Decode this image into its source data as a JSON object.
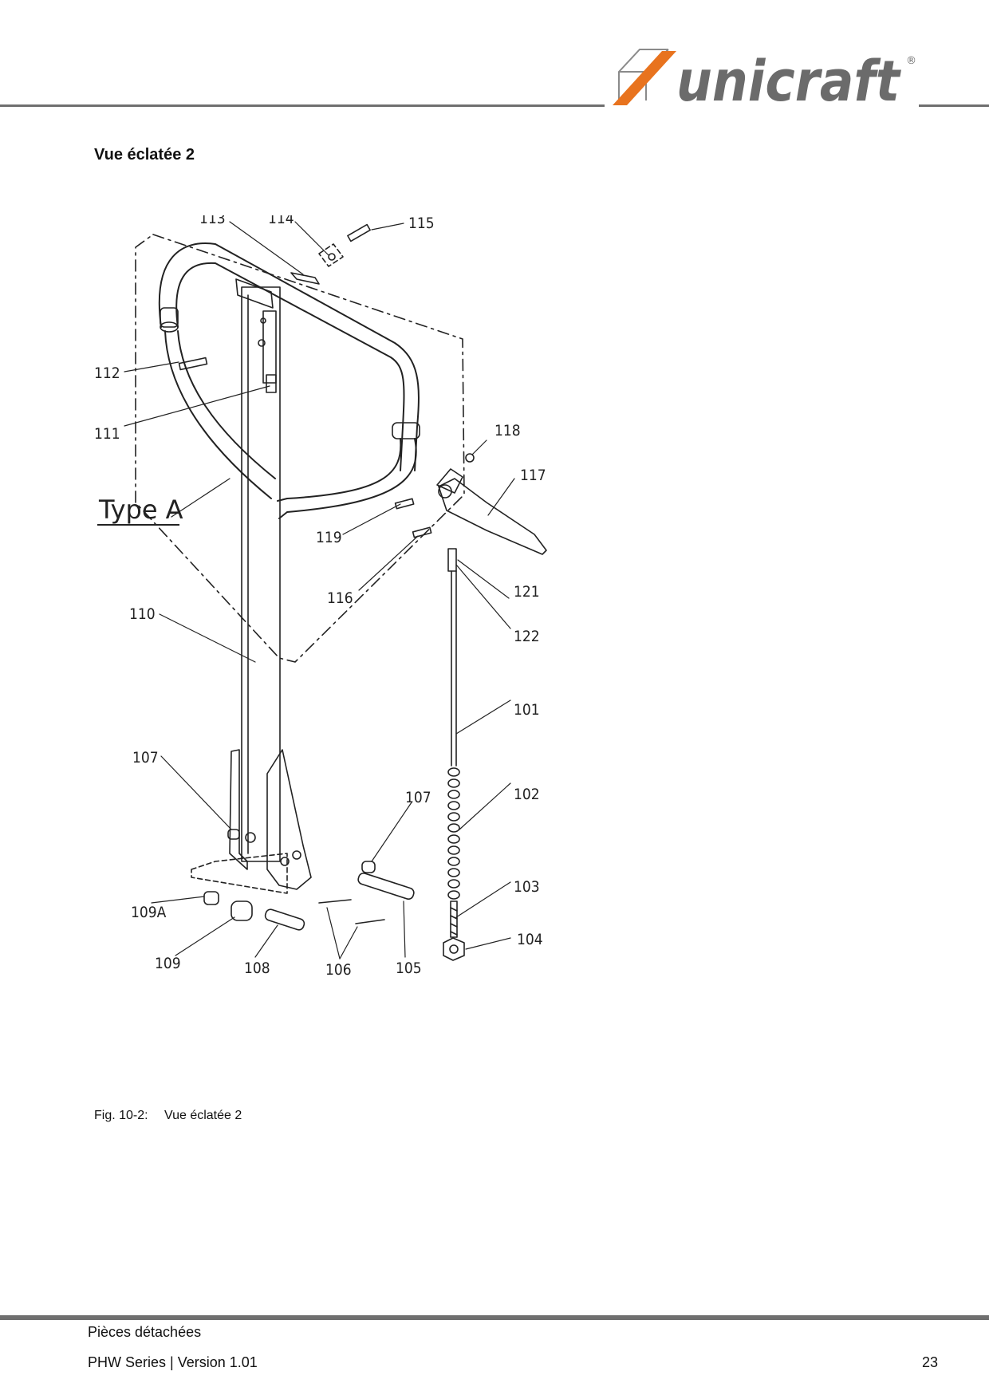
{
  "header": {
    "brand": "unicraft",
    "registered": "®"
  },
  "section_title": "Vue éclatée 2",
  "figure": {
    "type_label": "Type A",
    "callouts": [
      "113",
      "114",
      "115",
      "112",
      "111",
      "118",
      "117",
      "119",
      "116",
      "121",
      "122",
      "110",
      "101",
      "107",
      "107",
      "102",
      "103",
      "109A",
      "104",
      "109",
      "108",
      "106",
      "105"
    ]
  },
  "caption": {
    "label": "Fig. 10-2:",
    "text": "Vue éclatée 2"
  },
  "footer": {
    "section": "Pièces détachées",
    "series": "PHW Series |  Version 1.01",
    "page": "23"
  },
  "colors": {
    "logo_orange": "#e8731e",
    "logo_gray": "#6b6b6b",
    "rule_gray": "#6f6f6f"
  }
}
